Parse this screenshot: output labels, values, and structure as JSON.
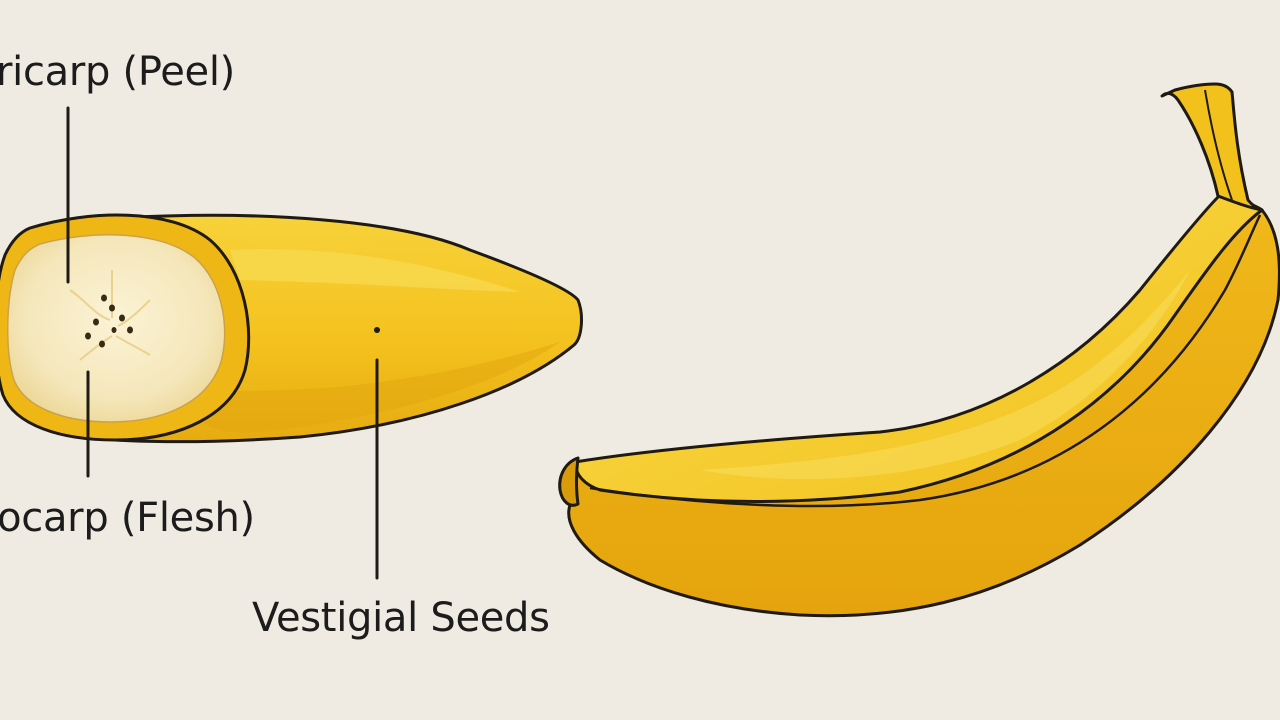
{
  "labels": {
    "pericarp": "ricarp (Peel)",
    "endocarp": "docarp (Flesh)",
    "seeds": "Vestigial Seeds"
  },
  "colors": {
    "background": "#efeae2",
    "peel_yellow": "#f3c11c",
    "peel_light": "#f8d94a",
    "peel_shadow": "#e2a60e",
    "flesh": "#f7ecc8",
    "outline": "#1f1a14",
    "seed": "#3a2a14"
  }
}
